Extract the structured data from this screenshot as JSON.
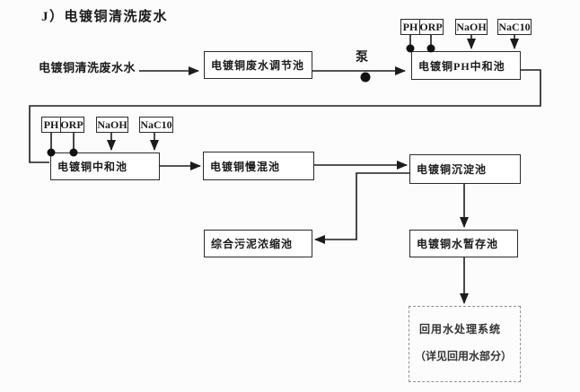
{
  "page": {
    "title": "J）电镀铜清洗废水"
  },
  "flow": {
    "source_label": "电镀铜清洗废水水",
    "pump_label": "泵",
    "nodes": {
      "adjust_tank": "电镀铜废水调节池",
      "ph_neutral_tank": "电镀铜PH中和池",
      "neutral_tank": "电镀铜中和池",
      "slow_mix_tank": "电镀铜慢混池",
      "sediment_tank": "电镀铜沉淀池",
      "sludge_thickener": "综合污泥浓缩池",
      "water_storage_tank": "电镀铜水暂存池",
      "reuse_system_line1": "回用水处理系统",
      "reuse_system_line2": "（详见回用水部分）"
    },
    "dosing_row1": {
      "ph": "PH",
      "orp": "ORP",
      "naoh": "NaOH",
      "naclo": "NaC10"
    },
    "dosing_row2": {
      "ph": "PH",
      "orp": "ORP",
      "naoh": "NaOH",
      "naclo": "NaC10"
    }
  },
  "colors": {
    "line": "#1c1c1c",
    "box_border": "#2b2b2b",
    "dashed_border": "#8f8f8f",
    "background": "#fcfcfc"
  }
}
